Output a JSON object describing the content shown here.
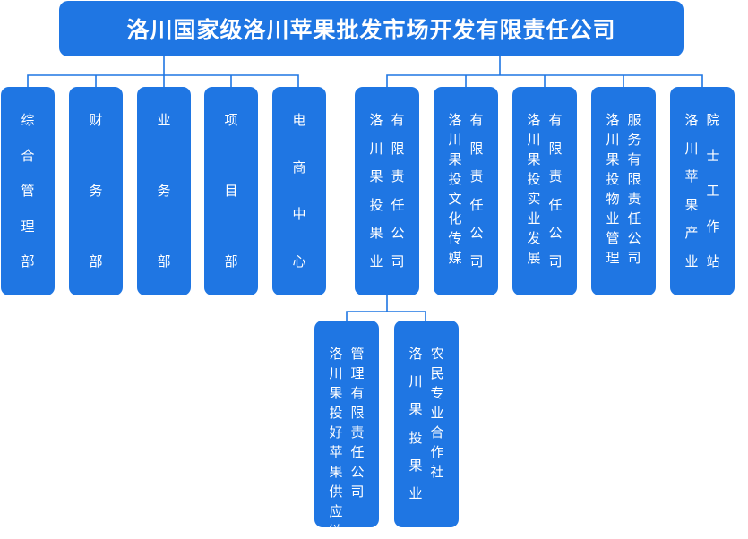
{
  "title": "洛川国家级洛川苹果批发市场开发有限责任公司",
  "departments": [
    {
      "lines": [
        "综合管理部"
      ]
    },
    {
      "lines": [
        "财务部"
      ]
    },
    {
      "lines": [
        "业务部"
      ]
    },
    {
      "lines": [
        "项目部"
      ]
    },
    {
      "lines": [
        "电商中心"
      ]
    }
  ],
  "subsidiaries": [
    {
      "lines": [
        "洛川果投果业",
        "有限责任公司"
      ]
    },
    {
      "lines": [
        "洛川果投文化传媒",
        "有限责任公司"
      ]
    },
    {
      "lines": [
        "洛川果投实业发展",
        "有限责任公司"
      ]
    },
    {
      "lines": [
        "洛川果投物业管理",
        "服务有限责任公司"
      ]
    },
    {
      "lines": [
        "洛川苹果产业",
        "院士工作站"
      ]
    }
  ],
  "children": [
    {
      "lines": [
        "洛川果投好苹果供应链",
        "管理有限责任公司"
      ]
    },
    {
      "lines": [
        "洛川果投果业",
        "农民专业合作社"
      ]
    }
  ],
  "colors": {
    "box": "#1f76e3",
    "line": "#1f76e3",
    "text": "#ffffff"
  }
}
